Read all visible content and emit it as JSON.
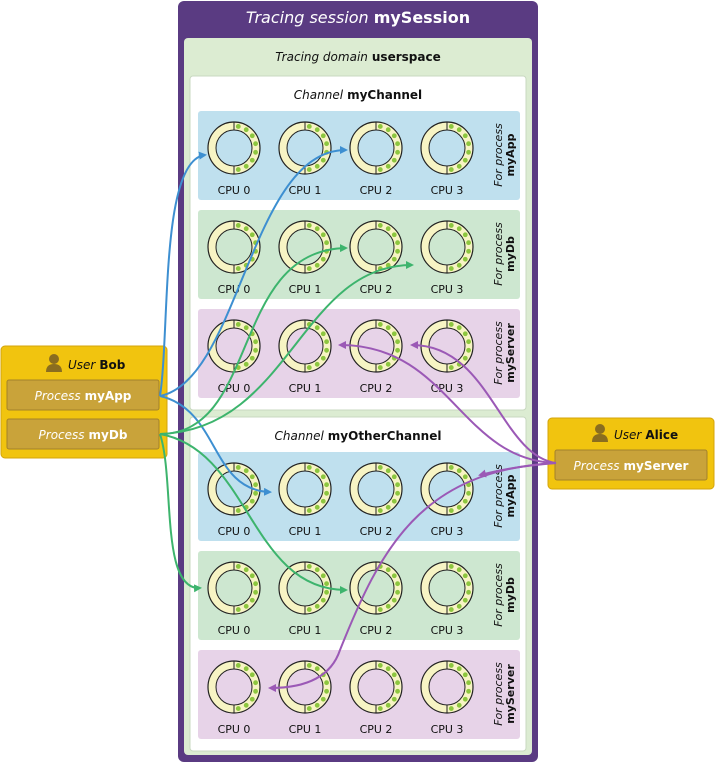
{
  "session": {
    "prefix": "Tracing session",
    "name": "mySession"
  },
  "domain": {
    "prefix": "Tracing domain",
    "name": "userspace"
  },
  "channels": [
    {
      "prefix": "Channel",
      "name": "myChannel"
    },
    {
      "prefix": "Channel",
      "name": "myOtherChannel"
    }
  ],
  "process_rows": [
    {
      "line1": "For process",
      "process": "myApp",
      "fill": "#bfe0ee"
    },
    {
      "line1": "For process",
      "process": "myDb",
      "fill": "#cde7d0"
    },
    {
      "line1": "For process",
      "process": "myServer",
      "fill": "#e7d3e8"
    }
  ],
  "cpus": [
    "CPU 0",
    "CPU 1",
    "CPU 2",
    "CPU 3"
  ],
  "users": {
    "bob": {
      "prefix": "User",
      "name": "Bob",
      "processes": [
        {
          "prefix": "Process",
          "name": "myApp"
        },
        {
          "prefix": "Process",
          "name": "myDb"
        }
      ]
    },
    "alice": {
      "prefix": "User",
      "name": "Alice",
      "processes": [
        {
          "prefix": "Process",
          "name": "myServer"
        }
      ]
    }
  },
  "colors": {
    "session": "#5a3b82",
    "domain": "#dcecd2",
    "channel": "#ffffff",
    "user_box": "#f1c40f",
    "user_border": "#d4a40b",
    "process_box": "#c9a33a",
    "buffer_fill": "#f7f4c4",
    "packet": "#8dc63f",
    "arrow_myApp": "#3d8fd1",
    "arrow_myDb": "#3db46d",
    "arrow_myServer": "#9b59b6"
  }
}
